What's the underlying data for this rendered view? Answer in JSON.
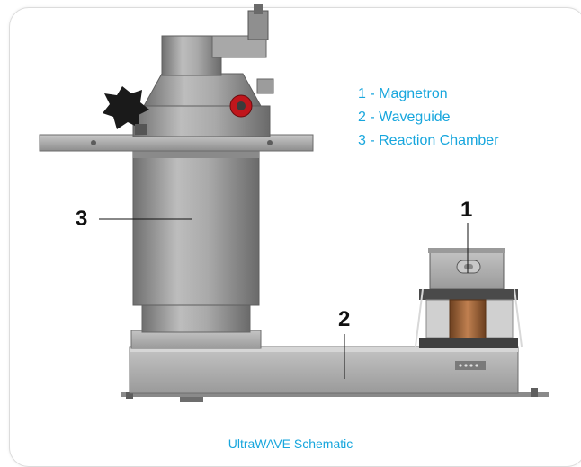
{
  "legend": {
    "items": [
      "1 - Magnetron",
      "2 - Waveguide",
      "3 - Reaction Chamber"
    ]
  },
  "callouts": {
    "magnetron": "1",
    "waveguide": "2",
    "chamber": "3"
  },
  "caption": "UltraWAVE Schematic",
  "colors": {
    "accent": "#17a6dd",
    "metal_light": "#b4b4b4",
    "metal_dark": "#7a7a7a",
    "knob": "#1a1a1a",
    "valve_red": "#c0161c",
    "coil_copper": "#a0683e"
  }
}
